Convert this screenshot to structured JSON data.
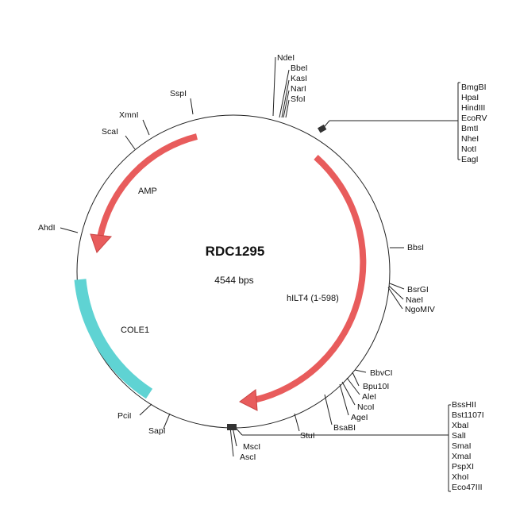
{
  "plasmid": {
    "name": "RDC1295",
    "size_text": "4544 bps"
  },
  "features": {
    "amp": {
      "label": "AMP",
      "color": "#e85c5c"
    },
    "hilt4": {
      "label": "hILT4 (1-598)",
      "color": "#e85c5c"
    },
    "cole1": {
      "label": "COLE1",
      "color": "#5fd3d3"
    }
  },
  "sites": {
    "ndei": "NdeI",
    "bbei": "BbeI",
    "kasi": "KasI",
    "nari": "NarI",
    "sfoi": "SfoI",
    "bmgbi": "BmgBI",
    "hpai": "HpaI",
    "hindiii": "HindIII",
    "ecorv": "EcoRV",
    "bmti": "BmtI",
    "nhei": "NheI",
    "noti": "NotI",
    "eagi": "EagI",
    "bbsi": "BbsI",
    "bsrgi": "BsrGI",
    "naei": "NaeI",
    "ngomiv": "NgoMIV",
    "bbvci": "BbvCI",
    "bpu10i": "Bpu10I",
    "alei": "AleI",
    "ncoi": "NcoI",
    "agei": "AgeI",
    "bsabi": "BsaBI",
    "stui": "StuI",
    "msci": "MscI",
    "asci": "AscI",
    "bsshii": "BssHII",
    "bst1107i": "Bst1107I",
    "xbai": "XbaI",
    "sali": "SalI",
    "smai": "SmaI",
    "xmai": "XmaI",
    "pspxi": "PspXI",
    "xhoi": "XhoI",
    "eco47iii": "Eco47III",
    "sapi": "SapI",
    "pcii": "PciI",
    "ahdi": "AhdI",
    "scai": "ScaI",
    "xmni": "XmnI",
    "sspi": "SspI"
  }
}
